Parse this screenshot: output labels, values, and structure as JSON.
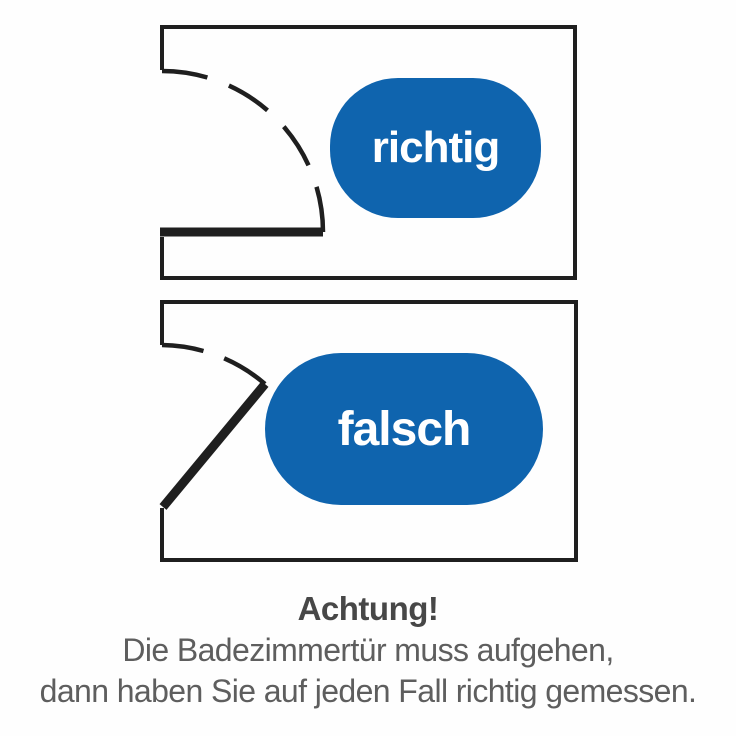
{
  "colors": {
    "badge_blue": "#0f64ae",
    "line_black": "#1f1f1f",
    "heading_gray": "#474747",
    "body_gray": "#5e5e5e"
  },
  "diagrams": {
    "top": {
      "label": "richtig",
      "meaning": "door shown fully opened 90° into the room with dashed swing arc"
    },
    "bottom": {
      "label": "falsch",
      "meaning": "door shown only partially openable (~40°) with short dashed swing arc"
    }
  },
  "caption": {
    "heading": "Achtung!",
    "line1": "Die Badezimmertür muss aufgehen,",
    "line2": "dann haben Sie auf jeden Fall richtig gemessen."
  }
}
